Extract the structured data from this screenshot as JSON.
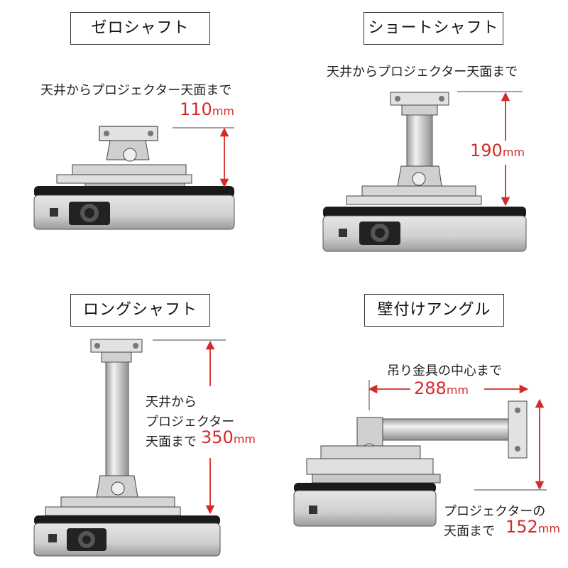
{
  "panels": {
    "zero": {
      "title": "ゼロシャフト",
      "caption": "天井からプロジェクター天面まで",
      "value": "110",
      "unit": "mm"
    },
    "short": {
      "title": "ショートシャフト",
      "caption": "天井からプロジェクター天面まで",
      "value": "190",
      "unit": "mm"
    },
    "long": {
      "title": "ロングシャフト",
      "caption_line1": "天井から",
      "caption_line2": "プロジェクター",
      "caption_line3": "天面まで",
      "value": "350",
      "unit": "mm"
    },
    "wall": {
      "title": "壁付けアングル",
      "caption_horizontal": "吊り金具の中心まで",
      "value_horizontal": "288",
      "unit_horizontal": "mm",
      "caption_vertical_line1": "プロジェクターの",
      "caption_vertical_line2": "天面まで",
      "value_vertical": "152",
      "unit_vertical": "mm"
    }
  },
  "colors": {
    "accent_red": "#d62a2a",
    "metal_light": "#d9d9d9",
    "metal_mid": "#bdbdbd",
    "metal_dark": "#6e6e6e",
    "projector_top": "#1a1a1a"
  }
}
